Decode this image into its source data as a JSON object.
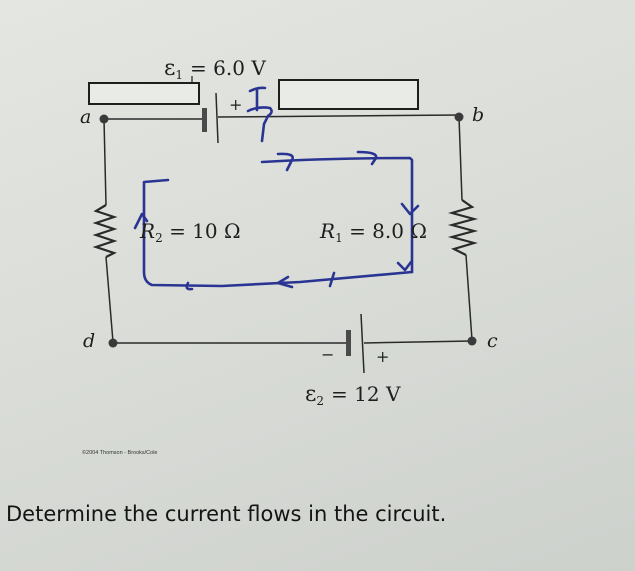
{
  "diagram": {
    "emf1": {
      "symbol": "ε",
      "subscript": "1",
      "value": "= 6.0 V",
      "plus_sign": "+"
    },
    "emf2": {
      "symbol": "ε",
      "subscript": "2",
      "value": "= 12 V",
      "plus_sign": "+",
      "minus_sign": "−"
    },
    "r1": {
      "symbol": "R",
      "subscript": "1",
      "value": "= 8.0 Ω"
    },
    "r2": {
      "symbol": "R",
      "subscript": "2",
      "value": "= 10 Ω"
    },
    "nodes": {
      "a": "a",
      "b": "b",
      "c": "c",
      "d": "d"
    },
    "annotation_current": "I",
    "copyright": "©2004 Thomson - Brooks/Cole"
  },
  "question": "Determine the current flows in the circuit.",
  "colors": {
    "ink": "#1e1e1e",
    "pen": "#2a3593",
    "paper": "#dfe1dd"
  }
}
